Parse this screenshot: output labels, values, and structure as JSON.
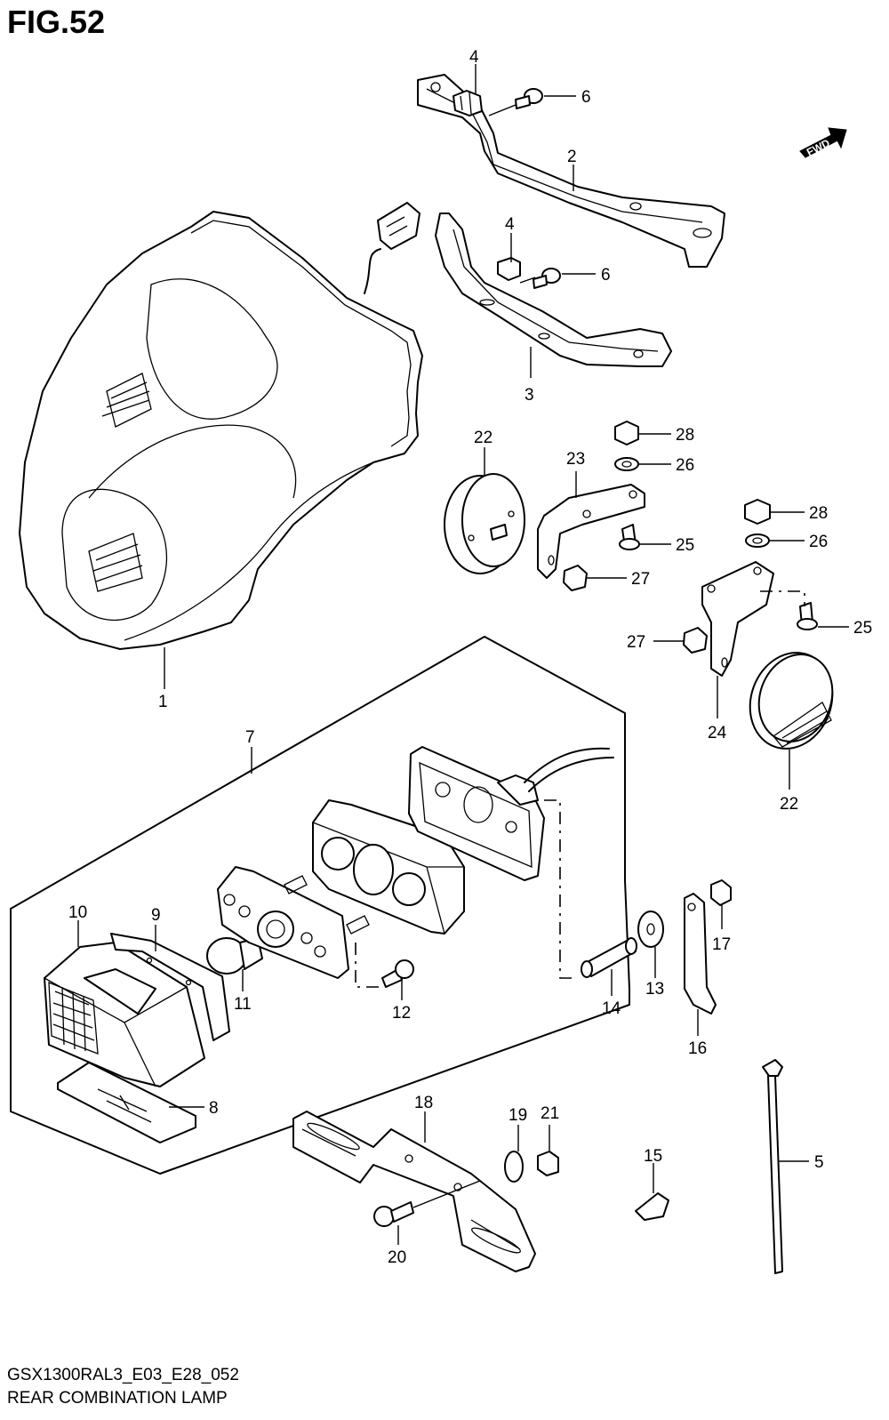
{
  "figure": {
    "title": "FIG.52",
    "caption_code": "GSX1300RAL3_E03_E28_052",
    "caption_name": "REAR COMBINATION LAMP"
  },
  "forward_indicator": {
    "label": "FWD"
  },
  "callouts": [
    {
      "id": "c4a",
      "label": "4"
    },
    {
      "id": "c6a",
      "label": "6"
    },
    {
      "id": "c2",
      "label": "2"
    },
    {
      "id": "c4b",
      "label": "4"
    },
    {
      "id": "c6b",
      "label": "6"
    },
    {
      "id": "c3",
      "label": "3"
    },
    {
      "id": "c1",
      "label": "1"
    },
    {
      "id": "c22a",
      "label": "22"
    },
    {
      "id": "c23",
      "label": "23"
    },
    {
      "id": "c28a",
      "label": "28"
    },
    {
      "id": "c26a",
      "label": "26"
    },
    {
      "id": "c25a",
      "label": "25"
    },
    {
      "id": "c27a",
      "label": "27"
    },
    {
      "id": "c28b",
      "label": "28"
    },
    {
      "id": "c26b",
      "label": "26"
    },
    {
      "id": "c25b",
      "label": "25"
    },
    {
      "id": "c27b",
      "label": "27"
    },
    {
      "id": "c24",
      "label": "24"
    },
    {
      "id": "c22b",
      "label": "22"
    },
    {
      "id": "c7",
      "label": "7"
    },
    {
      "id": "c10",
      "label": "10"
    },
    {
      "id": "c9",
      "label": "9"
    },
    {
      "id": "c11",
      "label": "11"
    },
    {
      "id": "c12",
      "label": "12"
    },
    {
      "id": "c8",
      "label": "8"
    },
    {
      "id": "c14",
      "label": "14"
    },
    {
      "id": "c13",
      "label": "13"
    },
    {
      "id": "c17",
      "label": "17"
    },
    {
      "id": "c16",
      "label": "16"
    },
    {
      "id": "c18",
      "label": "18"
    },
    {
      "id": "c19",
      "label": "19"
    },
    {
      "id": "c21",
      "label": "21"
    },
    {
      "id": "c15",
      "label": "15"
    },
    {
      "id": "c5",
      "label": "5"
    },
    {
      "id": "c20",
      "label": "20"
    }
  ]
}
